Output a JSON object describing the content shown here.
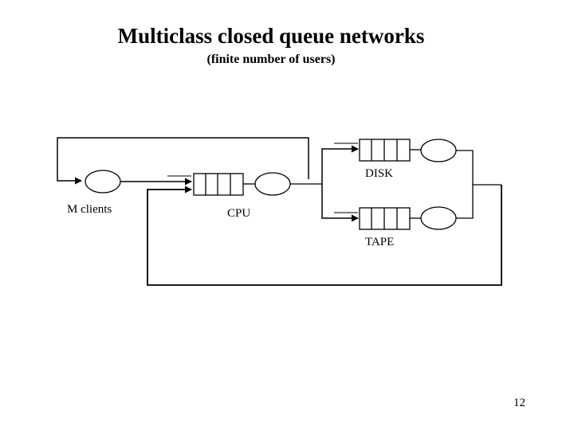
{
  "slide": {
    "title": "Multiclass closed queue networks",
    "subtitle": "(finite number of users)",
    "page_number": "12"
  },
  "nodes": {
    "clients": "M clients",
    "cpu": "CPU",
    "disk": "DISK",
    "tape": "TAPE"
  }
}
